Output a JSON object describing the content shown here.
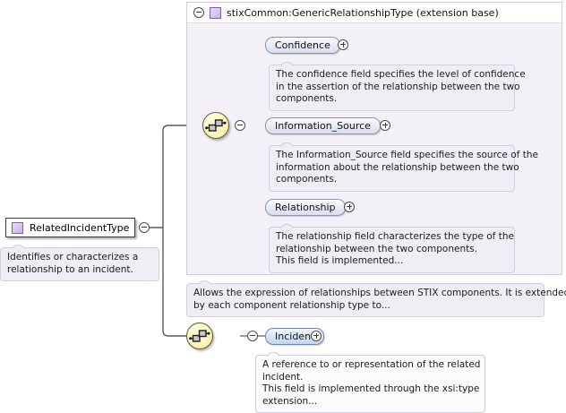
{
  "diagram": {
    "type": "xml-schema-element-diagram",
    "background": "#ffffff"
  },
  "main_node": {
    "label": "RelatedIncidentType",
    "icon": "type-square-icon",
    "toggle": "collapse-toggle",
    "documentation": [
      "Identifies or characterizes a",
      "relationship to an incident."
    ]
  },
  "extension_container": {
    "title": "stixCommon:GenericRelationshipType (extension base)",
    "toggle": "collapse-toggle",
    "icon": "type-square-icon",
    "documentation": [
      "Allows the expression of relationships between STIX components. It is extended",
      "by each component relationship type to..."
    ]
  },
  "compositors": [
    {
      "name": "sequence-compositor-base",
      "toggle": "collapse-toggle"
    },
    {
      "name": "sequence-compositor-extension",
      "toggle": "collapse-toggle"
    }
  ],
  "elements": [
    {
      "label": "Confidence",
      "toggle": "expand-toggle",
      "style": "grey",
      "documentation": [
        "The confidence field specifies the level of confidence",
        "in the assertion of the relationship between the two",
        "components."
      ]
    },
    {
      "label": "Information_Source",
      "toggle": "expand-toggle",
      "style": "grey",
      "documentation": [
        "The Information_Source field specifies the source of the",
        "information about the relationship between the two",
        "components."
      ]
    },
    {
      "label": "Relationship",
      "toggle": "expand-toggle",
      "style": "grey",
      "documentation": [
        "The relationship field characterizes the type of the",
        "relationship between the two components.",
        "This field is implemented..."
      ]
    },
    {
      "label": "Incident",
      "toggle": "expand-toggle",
      "style": "blue",
      "documentation": [
        "A reference to or representation of the related",
        "incident.",
        "This field is implemented through the xsi:type",
        "extension..."
      ]
    }
  ],
  "colors": {
    "container_fill": "#f3f1f7",
    "container_border": "#cfcbd8",
    "element_border": "#8d93a8",
    "element_blue_border": "#6f85ab",
    "compositor_fill": "#fbf4b9",
    "note_fill": "#f0eef5",
    "wire": "#5a5a5a"
  }
}
